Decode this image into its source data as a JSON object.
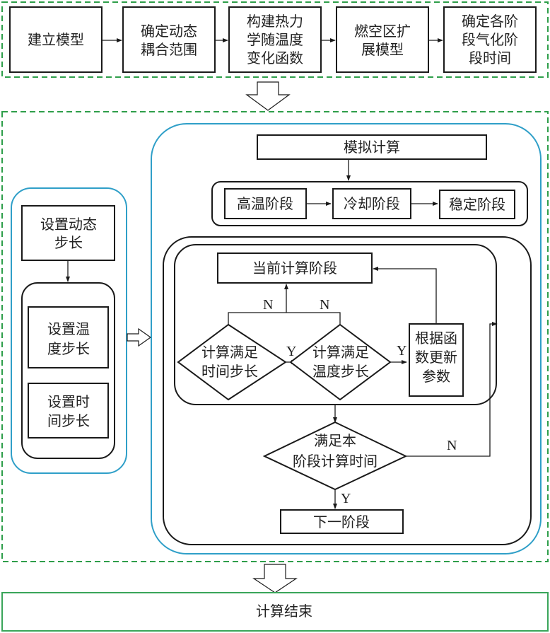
{
  "colors": {
    "green_dashed": "#2e9e4a",
    "blue_rounded": "#2f9fc8",
    "black": "#1a1a1a",
    "end_box_border": "#3aa55a"
  },
  "top_process": {
    "steps": [
      {
        "lines": [
          "建立模型"
        ]
      },
      {
        "lines": [
          "确定动态",
          "耦合范围"
        ]
      },
      {
        "lines": [
          "构建热力",
          "学随温度",
          "变化函数"
        ]
      },
      {
        "lines": [
          "燃空区扩",
          "展模型"
        ]
      },
      {
        "lines": [
          "确定各阶",
          "段气化阶",
          "段时间"
        ]
      }
    ]
  },
  "step_settings": {
    "main": {
      "lines": [
        "设置动态",
        "步长"
      ]
    },
    "temperature": {
      "lines": [
        "设置温",
        "度步长"
      ]
    },
    "time": {
      "lines": [
        "设置时",
        "间步长"
      ]
    }
  },
  "simulation": {
    "title": "模拟计算",
    "stages": [
      "高温阶段",
      "冷却阶段",
      "稳定阶段"
    ],
    "current_stage": "当前计算阶段",
    "check_time_step": {
      "lines": [
        "计算满足",
        "时间步长"
      ]
    },
    "check_temp_step": {
      "lines": [
        "计算满足",
        "温度步长"
      ]
    },
    "update_params": {
      "lines": [
        "根据函",
        "数更新",
        "参数"
      ]
    },
    "check_stage_time": {
      "lines": [
        "满足本",
        "阶段计算时间"
      ]
    },
    "next_stage": "下一阶段",
    "labels": {
      "yes": "Y",
      "no": "N"
    }
  },
  "end": {
    "label": "计算结束"
  }
}
